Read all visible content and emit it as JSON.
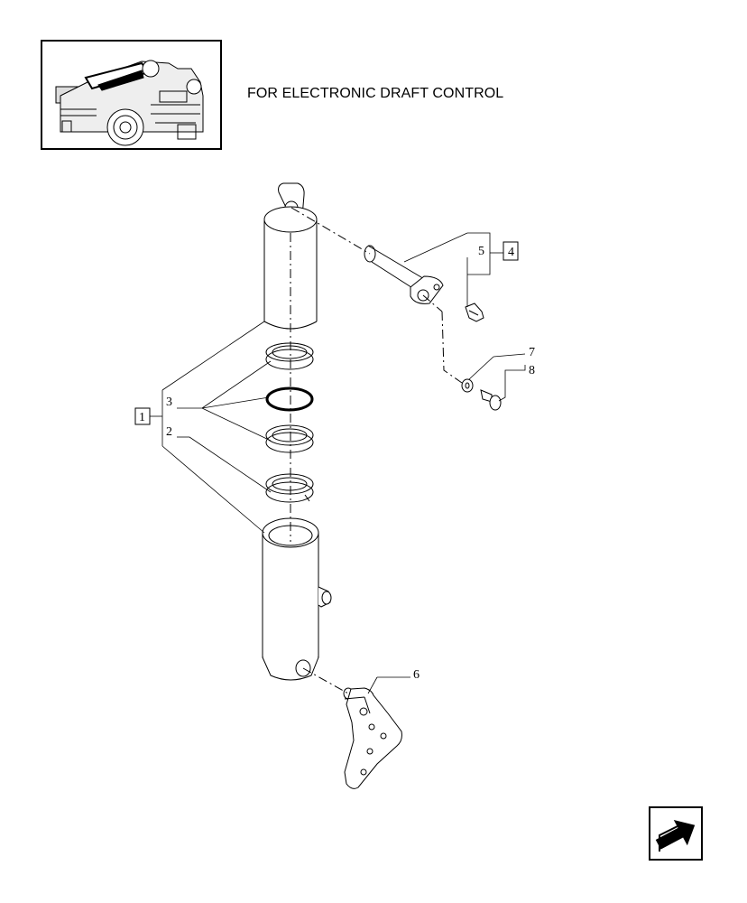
{
  "header": {
    "title": "FOR ELECTRONIC DRAFT CONTROL"
  },
  "callouts": {
    "c1": "1",
    "c2": "2",
    "c3": "3",
    "c4": "4",
    "c5": "5",
    "c6": "6",
    "c7": "7",
    "c8": "8"
  },
  "icons": {
    "nav": "next-page-arrow-icon",
    "thumbnail": "tractor-location-thumbnail"
  }
}
